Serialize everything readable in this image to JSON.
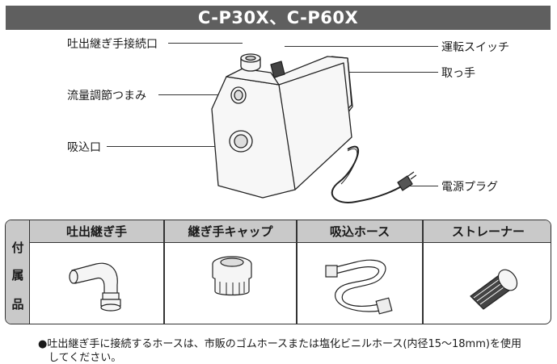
{
  "title": "C-P30X、C-P60X",
  "callouts": {
    "outlet_port": "吐出継ぎ手接続口",
    "flow_knob": "流量調節つまみ",
    "inlet": "吸込口",
    "run_switch": "運転スイッチ",
    "handle": "取っ手",
    "power_plug": "電源プラグ"
  },
  "accessories": {
    "side_label": [
      "付",
      "属",
      "品"
    ],
    "columns": [
      {
        "name": "吐出継ぎ手",
        "icon": "outlet-fitting-icon"
      },
      {
        "name": "継ぎ手キャップ",
        "icon": "fitting-cap-icon"
      },
      {
        "name": "吸込ホース",
        "icon": "suction-hose-icon"
      },
      {
        "name": "ストレーナー",
        "icon": "strainer-icon"
      }
    ]
  },
  "note": {
    "line1": "●吐出継ぎ手に接続するホースは、市販のゴムホースまたは塩化ビニルホース(内径15～18mm)を使用",
    "line2": "してください。"
  }
}
